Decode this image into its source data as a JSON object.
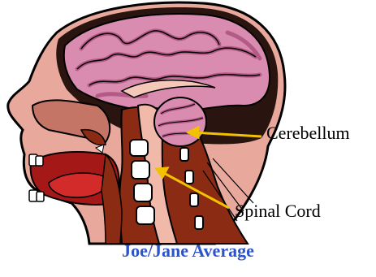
{
  "labels": {
    "cerebellum": "Cerebellum",
    "spinal_cord": "Spinal Cord"
  },
  "caption": "Joe/Jane Average",
  "colors": {
    "skin": "#e8a89c",
    "skin_dark": "#c47565",
    "brain": "#d98cb0",
    "brain_gyri": "#b45a86",
    "tissue": "#8b2b14",
    "cord": "#f0b9a9",
    "bone": "#ffffff",
    "mouth": "#a41818",
    "arrow": "#f2c200",
    "caption": "#2e54c9"
  }
}
